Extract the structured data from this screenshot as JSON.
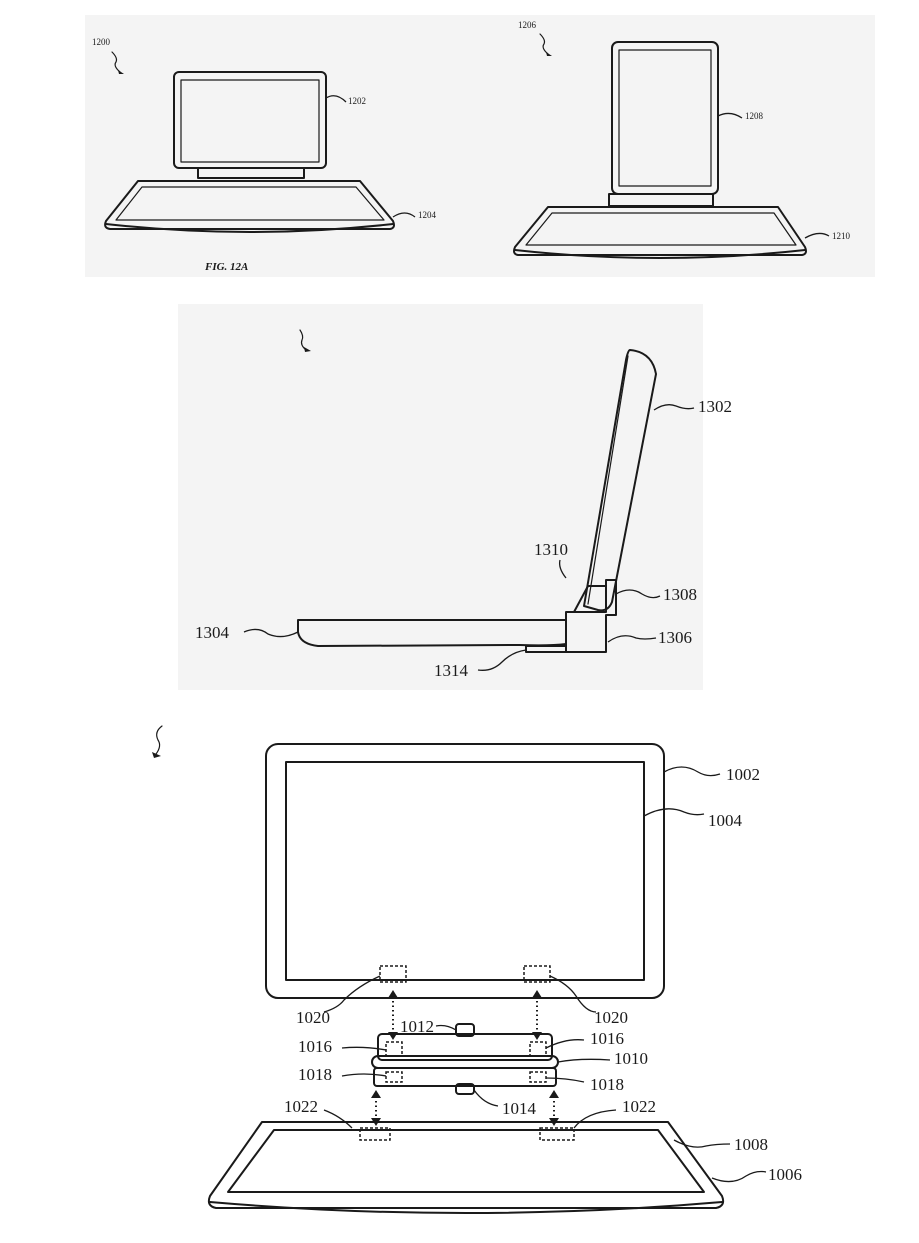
{
  "figure_12a": {
    "caption": "FIG. 12A",
    "refs": {
      "r1200": "1200",
      "r1202": "1202",
      "r1204": "1204",
      "r1206": "1206",
      "r1208": "1208",
      "r1210": "1210"
    }
  },
  "figure_13": {
    "refs": {
      "r1302": "1302",
      "r1304": "1304",
      "r1306": "1306",
      "r1308": "1308",
      "r1310": "1310",
      "r1314": "1314"
    }
  },
  "figure_10": {
    "refs": {
      "r1002": "1002",
      "r1004": "1004",
      "r1006": "1006",
      "r1008": "1008",
      "r1010": "1010",
      "r1012": "1012",
      "r1014": "1014",
      "r1016": "1016",
      "r1018": "1018",
      "r1020": "1020",
      "r1022": "1022"
    }
  }
}
